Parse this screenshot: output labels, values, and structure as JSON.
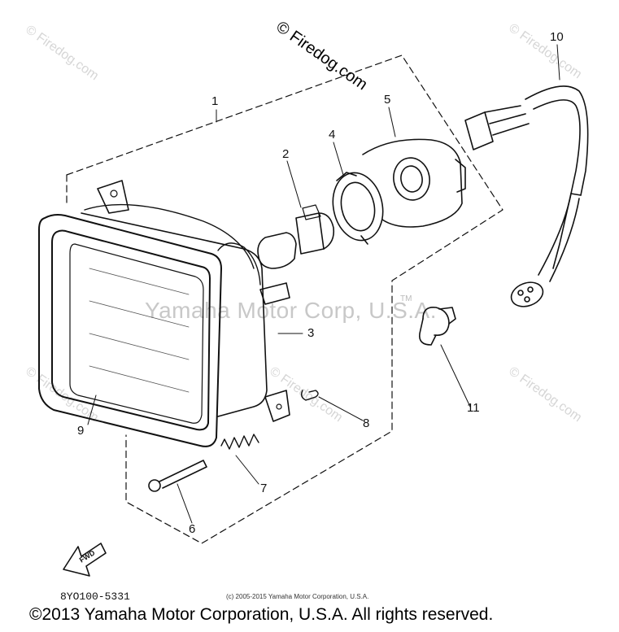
{
  "watermark": {
    "main": "© Firedog.com",
    "corner": "© Firedog.com",
    "corporate": "Yamaha Motor Corp, U.S.A.",
    "tm": "TM"
  },
  "callouts": [
    {
      "id": "1",
      "label": "1"
    },
    {
      "id": "2",
      "label": "2"
    },
    {
      "id": "3",
      "label": "3"
    },
    {
      "id": "4",
      "label": "4"
    },
    {
      "id": "5",
      "label": "5"
    },
    {
      "id": "6",
      "label": "6"
    },
    {
      "id": "7",
      "label": "7"
    },
    {
      "id": "8",
      "label": "8"
    },
    {
      "id": "9",
      "label": "9"
    },
    {
      "id": "10",
      "label": "10"
    },
    {
      "id": "11",
      "label": "11"
    }
  ],
  "direction_badge": "FWD",
  "diagram_code": "8YO100-5331",
  "small_copyright": "(c) 2005-2015 Yamaha Motor Corporation, U.S.A.",
  "footer_copyright": "©2013 Yamaha Motor Corporation, U.S.A. All rights reserved."
}
